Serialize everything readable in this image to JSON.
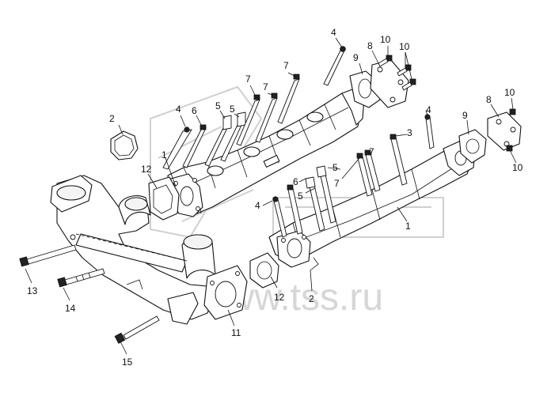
{
  "callouts": {
    "c1a": "1",
    "c1b": "1",
    "c2a": "2",
    "c2b": "2",
    "c3": "3",
    "c4a": "4",
    "c4b": "4",
    "c4c": "4",
    "c4d": "4",
    "c5a": "5",
    "c5b": "5",
    "c5c": "5",
    "c5d": "5",
    "c6a": "6",
    "c6b": "6",
    "c7a": "7",
    "c7b": "7",
    "c7c": "7",
    "c7d": "7",
    "c7e": "7",
    "c8a": "8",
    "c8b": "8",
    "c9a": "9",
    "c9b": "9",
    "c10a": "10",
    "c10b": "10",
    "c10c": "10",
    "c10d": "10",
    "c11": "11",
    "c12a": "12",
    "c12b": "12",
    "c13": "13",
    "c14": "14",
    "c15": "15"
  },
  "watermark": {
    "text": "www.tss.ru"
  }
}
